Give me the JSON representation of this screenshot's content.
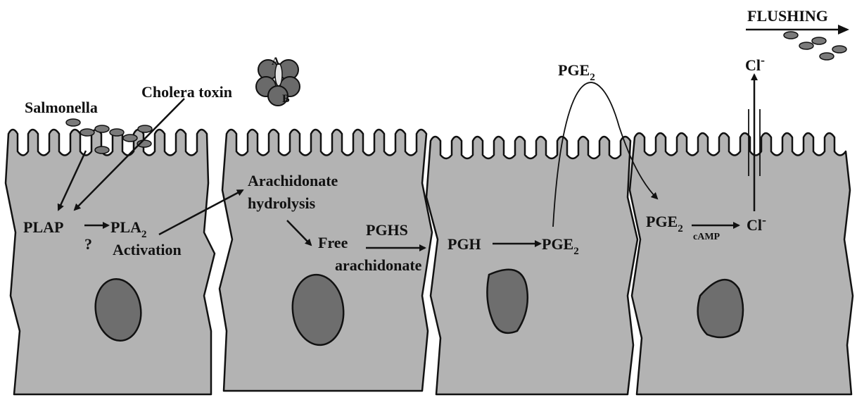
{
  "labels": {
    "salmonella": "Salmonella",
    "cholera_toxin": "Cholera toxin",
    "toxin_a": "A",
    "toxin_b": "B",
    "plap": "PLAP",
    "question": "?",
    "pla": "PLA",
    "pla_sub": "2",
    "activation": "Activation",
    "arachidonate": "Arachidonate",
    "hydrolysis": "hydrolysis",
    "free": "Free",
    "free_arachidonate": "arachidonate",
    "pghs": "PGHS",
    "pgh": "PGH",
    "pge_cell3": "PGE",
    "pge_cell3_sub": "2",
    "pge_top": "PGE",
    "pge_top_sub": "2",
    "pge_cell4": "PGE",
    "pge_cell4_sub": "2",
    "camp": "cAMP",
    "cl_top": "Cl",
    "cl_top_sup": "-",
    "cl_cell4": "Cl",
    "cl_cell4_sup": "-",
    "flushing": "FLUSHING"
  },
  "colors": {
    "cell_fill": "#b3b3b3",
    "nucleus_fill": "#6e6e6e",
    "outline": "#111111",
    "bacteria_fill": "#7a7a7a"
  }
}
